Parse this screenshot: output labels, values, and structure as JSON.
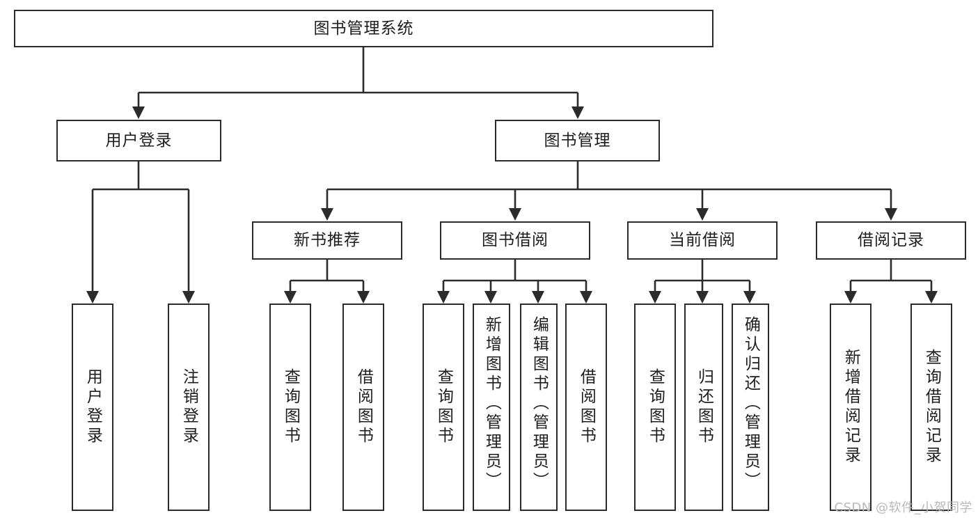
{
  "diagram": {
    "title": "图书管理系统",
    "watermark": "CSDN @软件_小贺同学",
    "nodes": {
      "root": {
        "label": "图书管理系统"
      },
      "user_login": {
        "label": "用户登录"
      },
      "book_manage": {
        "label": "图书管理"
      },
      "new_book_rec": {
        "label": "新书推荐"
      },
      "book_borrow": {
        "label": "图书借阅"
      },
      "current_borrow": {
        "label": "当前借阅"
      },
      "borrow_record": {
        "label": "借阅记录"
      },
      "leaf_user_login": {
        "label": "用户登录"
      },
      "leaf_logout": {
        "label": "注销登录"
      },
      "leaf_query_book_1": {
        "label": "查询图书"
      },
      "leaf_borrow_book_1": {
        "label": "借阅图书"
      },
      "leaf_query_book_2": {
        "label": "查询图书"
      },
      "leaf_add_book": {
        "label": "新增图书（管理员）"
      },
      "leaf_edit_book": {
        "label": "编辑图书（管理员）"
      },
      "leaf_borrow_book_2": {
        "label": "借阅图书"
      },
      "leaf_query_book_3": {
        "label": "查询图书"
      },
      "leaf_return_book": {
        "label": "归还图书"
      },
      "leaf_confirm_return": {
        "label": "确认归还（管理员）"
      },
      "leaf_add_record": {
        "label": "新增借阅记录"
      },
      "leaf_query_record": {
        "label": "查询借阅记录"
      }
    },
    "colors": {
      "stroke": "#2b2b2b",
      "fill": "#ffffff",
      "text": "#1d1d1d",
      "watermark": "#b9b9b9"
    }
  }
}
